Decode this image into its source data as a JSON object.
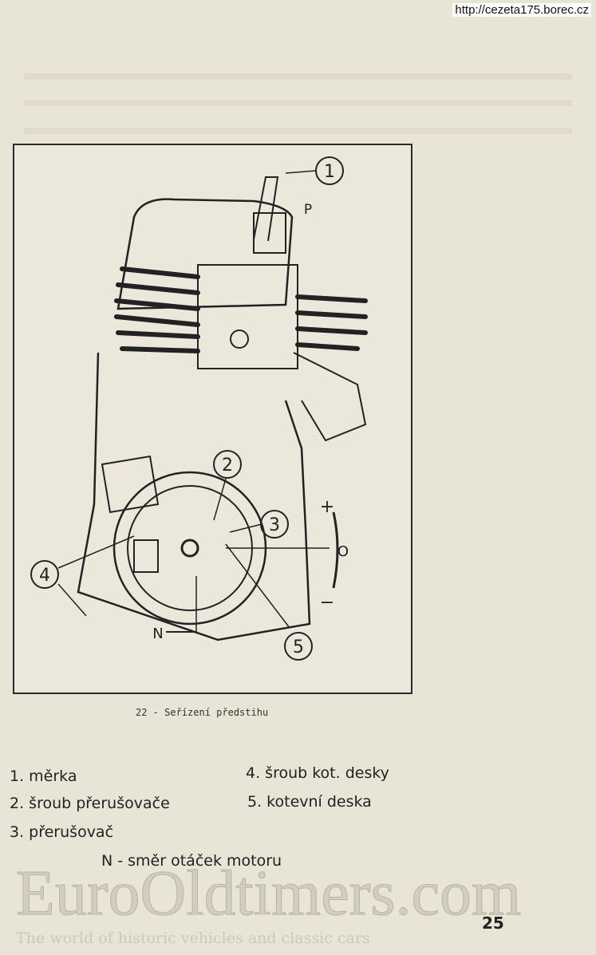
{
  "header": {
    "url": "http://cezeta175.borec.cz"
  },
  "figure": {
    "callouts": [
      "1",
      "2",
      "3",
      "4",
      "5"
    ],
    "labels": {
      "p": "P",
      "plus": "+",
      "o": "O",
      "minus": "−",
      "n": "N"
    }
  },
  "caption": "22 - Seřízení předstihu",
  "legend": {
    "items": [
      "1. měrka",
      "2. šroub přerušovače",
      "3. přerušovač",
      "4. šroub kot. desky",
      "5. kotevní deska"
    ],
    "note": "N - směr otáček motoru"
  },
  "watermark": {
    "title": "EuroOldtimers.com",
    "subtitle": "The world of historic vehicles and classic cars"
  },
  "page_number": "25"
}
